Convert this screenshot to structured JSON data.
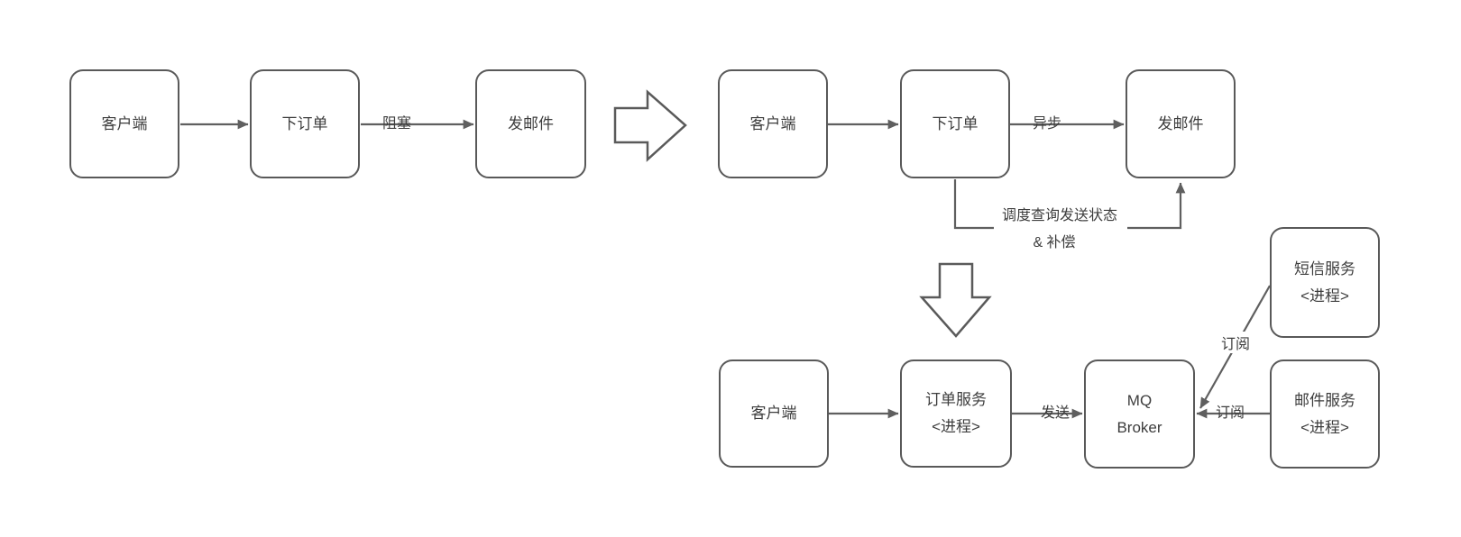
{
  "diagram": {
    "stage1": {
      "client": "客户端",
      "order": "下订单",
      "email": "发邮件",
      "edge_blocking": "阻塞"
    },
    "stage2": {
      "client": "客户端",
      "order": "下订单",
      "email": "发邮件",
      "edge_async": "异步",
      "feedback_line1": "调度查询发送状态",
      "feedback_line2": "& 补偿"
    },
    "stage3": {
      "client": "客户端",
      "order_service_title": "订单服务",
      "order_service_subtitle": "<进程>",
      "mq_title": "MQ",
      "mq_subtitle": "Broker",
      "sms_title": "短信服务",
      "sms_subtitle": "<进程>",
      "mail_title": "邮件服务",
      "mail_subtitle": "<进程>",
      "edge_send": "发送",
      "edge_subscribe_sms": "订阅",
      "edge_subscribe_mail": "订阅"
    },
    "colors": {
      "node_border": "#595959",
      "connector": "#5f5f5f",
      "text": "#3d3d3d",
      "canvas": "#ffffff"
    }
  }
}
